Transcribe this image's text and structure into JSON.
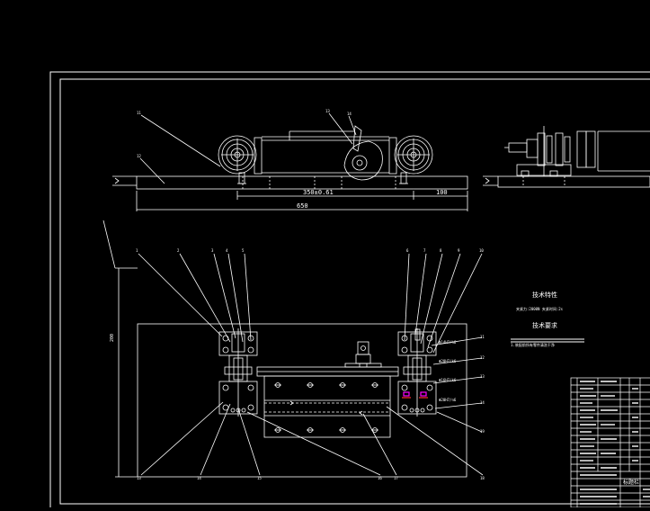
{
  "colors": {
    "background": "#000000",
    "line": "#ffffff",
    "accent_magenta": "#ff00ff",
    "accent_red": "#ff3030"
  },
  "top_view": {
    "dim_center": "350±0.61",
    "dim_right": "100",
    "dim_total": "650",
    "balloons": [
      "11",
      "12",
      "13",
      "14"
    ]
  },
  "front_view": {
    "height_dim": "200",
    "balloons_top": [
      "1",
      "2",
      "3",
      "4",
      "5",
      "6",
      "7",
      "8",
      "9",
      "10"
    ],
    "balloons_bottom": [
      "13",
      "14",
      "15",
      "16",
      "17",
      "18"
    ],
    "balloons_right": [
      "11",
      "12",
      "13",
      "14",
      "19"
    ],
    "fit_labels": [
      "Φ14H7/h6",
      "Φ20H7/k6",
      "Φ16H7/k6",
      "Φ20H7/n6"
    ]
  },
  "notes": {
    "spec_title": "技术特性",
    "spec_text": "夹紧力:2000N   夹紧时间:2s",
    "req_title": "技术要求",
    "req_text": "1.装配前所有零件清洗干净"
  },
  "title_block": {
    "label": "标题栏"
  }
}
